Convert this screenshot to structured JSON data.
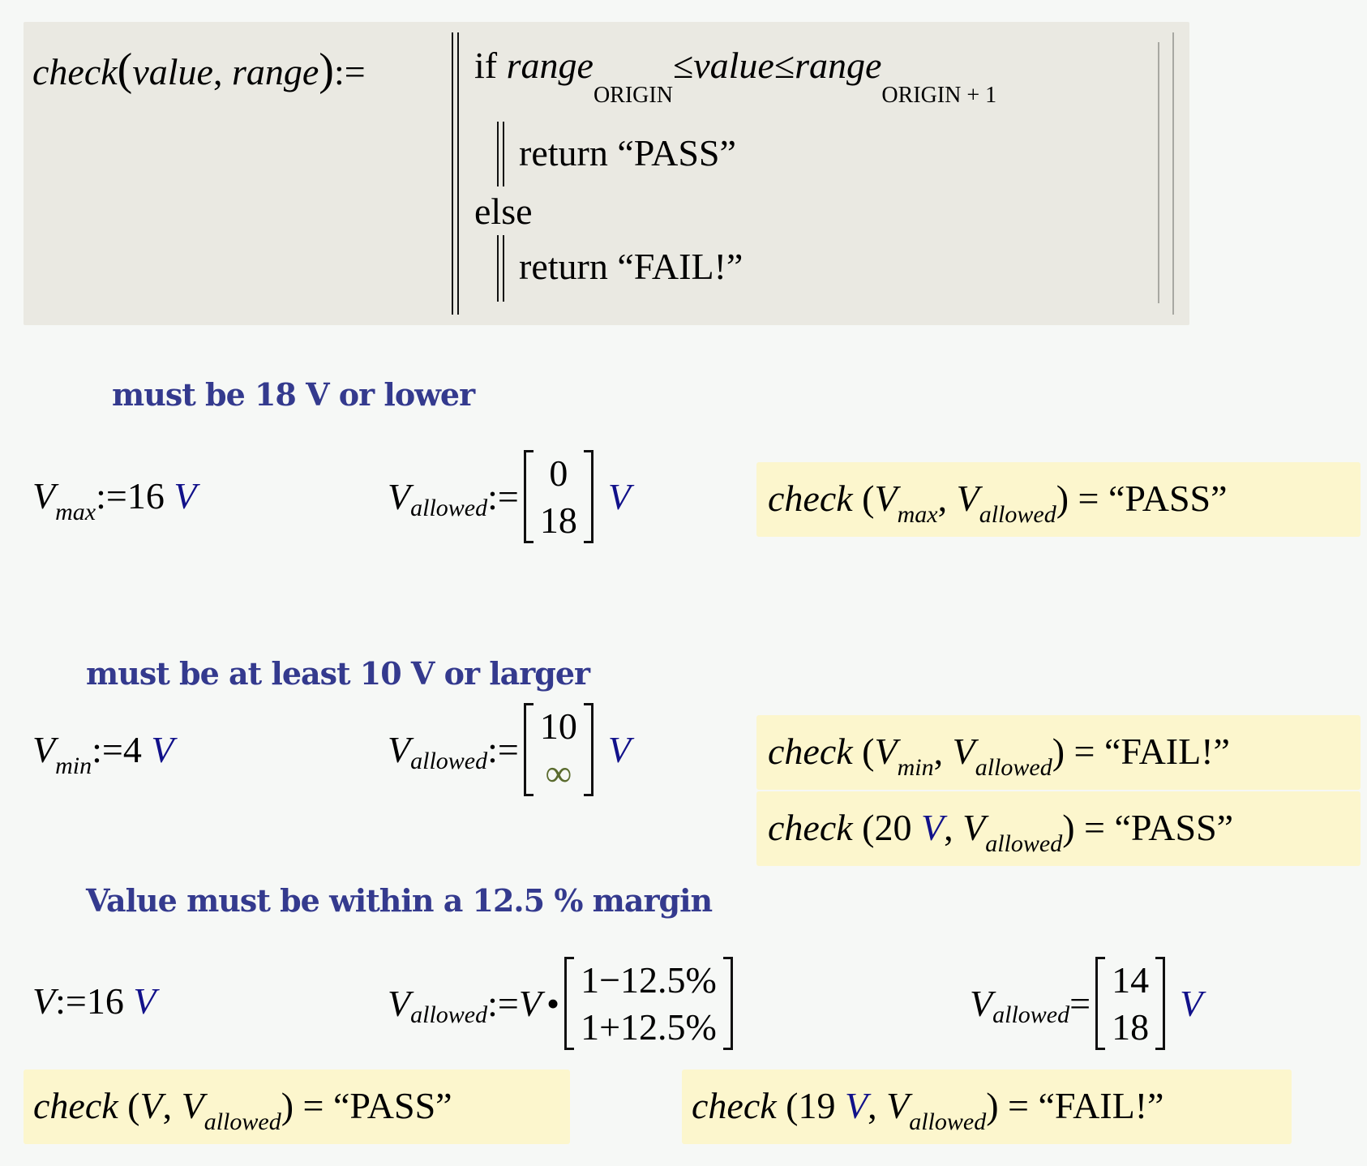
{
  "program": {
    "function_name": "check",
    "params": [
      "value",
      "range"
    ],
    "assign_op": ":=",
    "if_keyword": "if",
    "range_var": "range",
    "subscript_lower": "ORIGIN",
    "subscript_upper": "ORIGIN + 1",
    "leq": "≤",
    "value_var": "value",
    "return_keyword": "return",
    "pass_string": "“PASS”",
    "else_keyword": "else",
    "fail_string": "“FAIL!”"
  },
  "section1": {
    "heading": "must be 18 V or lower",
    "var_name": "V",
    "var_sub": "max",
    "var_value": "16",
    "unit": "V",
    "allowed_name": "V",
    "allowed_sub": "allowed",
    "allowed_values": [
      "0",
      "18"
    ],
    "result": {
      "fn": "check",
      "arg1": "V",
      "arg1_sub": "max",
      "arg2": "V",
      "arg2_sub": "allowed",
      "output": "“PASS”"
    }
  },
  "section2": {
    "heading": "must be at least 10 V or larger",
    "var_name": "V",
    "var_sub": "min",
    "var_value": "4",
    "unit": "V",
    "allowed_name": "V",
    "allowed_sub": "allowed",
    "allowed_values": [
      "10",
      "∞"
    ],
    "results": [
      {
        "fn": "check",
        "arg1": "V",
        "arg1_sub": "min",
        "arg2": "V",
        "arg2_sub": "allowed",
        "output": "“FAIL!”"
      },
      {
        "fn": "check",
        "arg1_value": "20",
        "arg1_unit": "V",
        "arg2": "V",
        "arg2_sub": "allowed",
        "output": "“PASS”"
      }
    ]
  },
  "section3": {
    "heading": "Value must be within a 12.5 %  margin",
    "var_name": "V",
    "var_value": "16",
    "unit": "V",
    "allowed_name": "V",
    "allowed_sub": "allowed",
    "multiplier": "V",
    "dot": "•",
    "allowed_expr": [
      "1−12.5%",
      "1+12.5%"
    ],
    "evaluated_values": [
      "14",
      "18"
    ],
    "results": [
      {
        "fn": "check",
        "arg1": "V",
        "arg2": "V",
        "arg2_sub": "allowed",
        "output": "“PASS”"
      },
      {
        "fn": "check",
        "arg1_value": "19",
        "arg1_unit": "V",
        "arg2": "V",
        "arg2_sub": "allowed",
        "output": "“FAIL!”"
      }
    ]
  },
  "colors": {
    "background": "#f6f8f6",
    "program_box": "#eae9e2",
    "result_box": "#fcf6cd",
    "heading_text": "#343a8e",
    "unit_text": "#11118a",
    "infinity": "#5a6b2e"
  }
}
